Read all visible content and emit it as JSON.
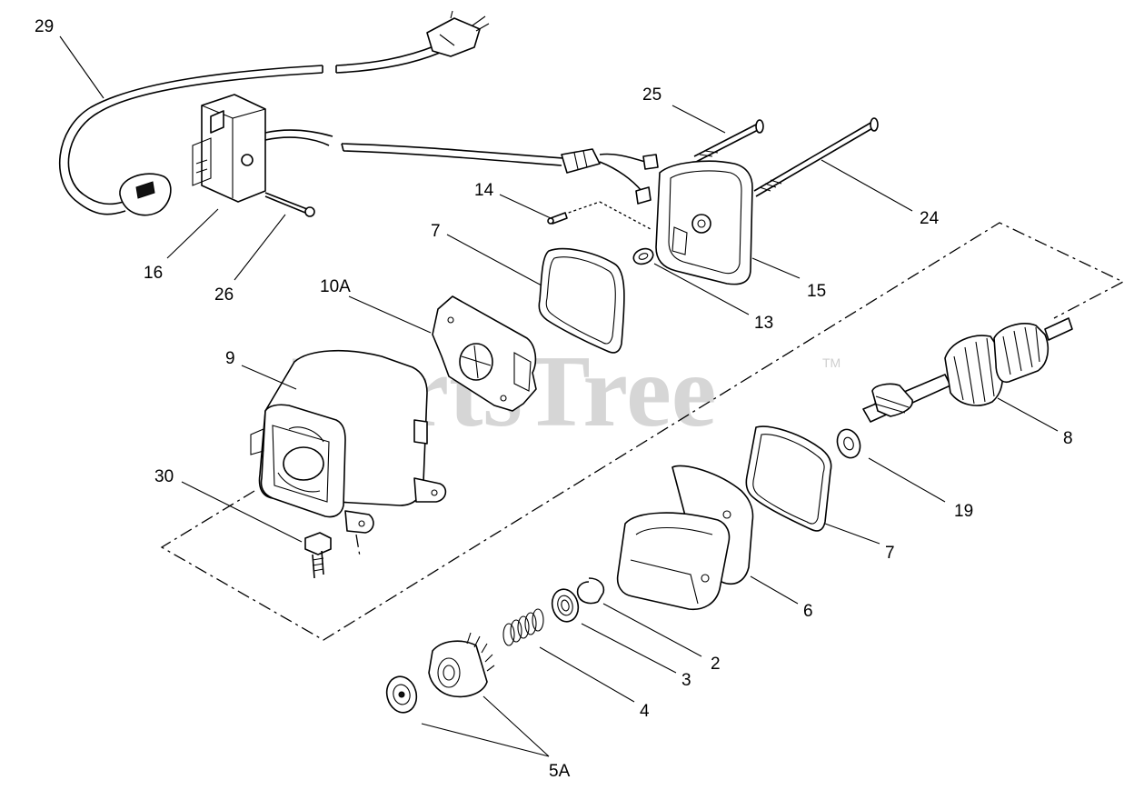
{
  "watermark": {
    "text": "PartsTree",
    "trademark": "TM"
  },
  "callouts": [
    {
      "id": "29",
      "label": "29"
    },
    {
      "id": "25",
      "label": "25"
    },
    {
      "id": "14",
      "label": "14"
    },
    {
      "id": "24",
      "label": "24"
    },
    {
      "id": "7a",
      "label": "7"
    },
    {
      "id": "16",
      "label": "16"
    },
    {
      "id": "26",
      "label": "26"
    },
    {
      "id": "10A",
      "label": "10A"
    },
    {
      "id": "15",
      "label": "15"
    },
    {
      "id": "13",
      "label": "13"
    },
    {
      "id": "9",
      "label": "9"
    },
    {
      "id": "8",
      "label": "8"
    },
    {
      "id": "30",
      "label": "30"
    },
    {
      "id": "19",
      "label": "19"
    },
    {
      "id": "7b",
      "label": "7"
    },
    {
      "id": "6",
      "label": "6"
    },
    {
      "id": "2",
      "label": "2"
    },
    {
      "id": "3",
      "label": "3"
    },
    {
      "id": "4",
      "label": "4"
    },
    {
      "id": "5A",
      "label": "5A"
    }
  ]
}
